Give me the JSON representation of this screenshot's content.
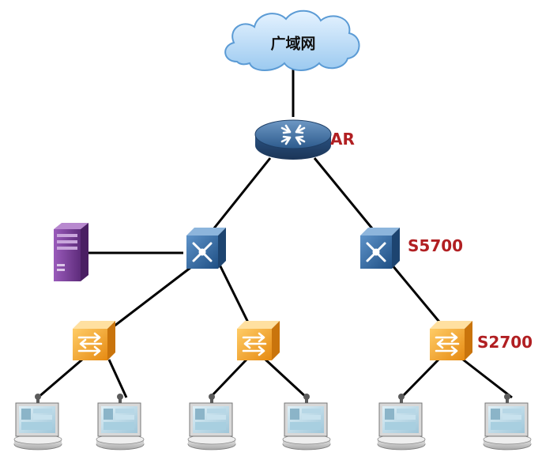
{
  "diagram": {
    "cloud_label": "广域网",
    "router_label": "AR",
    "core_switch_label": "S5700",
    "access_switch_label": "S2700"
  },
  "icons": {
    "cloud": "cloud-icon",
    "router": "router-icon",
    "l3_switch": "layer3-switch-icon",
    "l2_switch": "layer2-switch-icon",
    "server": "server-icon",
    "pc": "pc-icon"
  },
  "colors": {
    "cloud_fill": "#b9dcf7",
    "cloud_stroke": "#5b9bd5",
    "router_blue": "#2e5f93",
    "l3_switch_blue": "#2f6fa8",
    "l2_switch_orange": "#f2a22a",
    "server_purple": "#7b3f9a",
    "label_red": "#b11f22",
    "link": "#000000"
  }
}
